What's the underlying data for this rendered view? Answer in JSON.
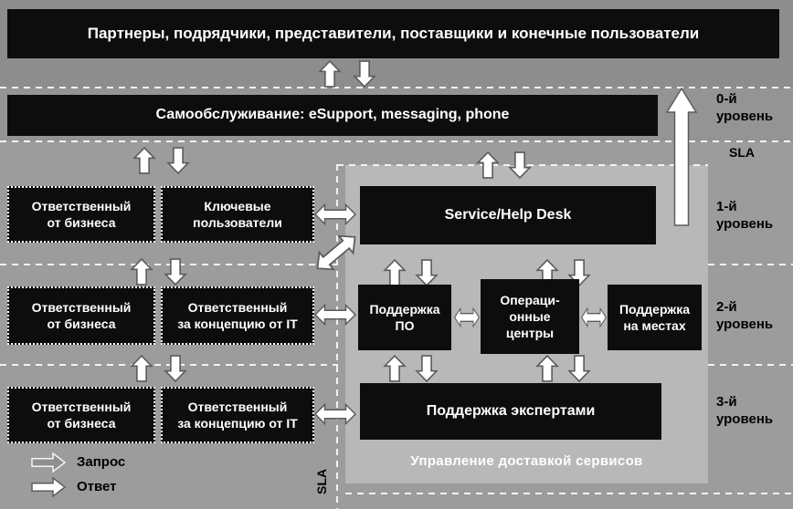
{
  "colors": {
    "background": "#9c9c9c",
    "panel": "#b8b8b8",
    "box_fill": "#0d0d0d",
    "box_text": "#ffffff",
    "label_text": "#000000",
    "arrow_fill": "#ffffff"
  },
  "top_bar": {
    "label": "Партнеры, подрядчики, представители, поставщики и конечные пользователи"
  },
  "level0": {
    "self_service_label": "Самообслуживание: eSupport, messaging, phone",
    "level_label": "0-й\nуровень"
  },
  "sla": {
    "right_label": "SLA",
    "bottom_label": "SLA"
  },
  "level1": {
    "business_owner": "Ответственный\nот бизнеса",
    "key_users": "Ключевые\nпользователи",
    "helpdesk": "Service/Help Desk",
    "level_label": "1-й\nуровень"
  },
  "level2": {
    "business_owner": "Ответственный\nот бизнеса",
    "it_owner": "Ответственный\nза концепцию от IT",
    "software_support": "Поддержка\nПО",
    "operation_centers": "Операци-\nонные\nцентры",
    "onsite_support": "Поддержка\nна местах",
    "level_label": "2-й\nуровень"
  },
  "level3": {
    "business_owner": "Ответственный\nот бизнеса",
    "it_owner": "Ответственный\nза концепцию от IT",
    "expert_support": "Поддержка экспертами",
    "level_label": "3-й\nуровень"
  },
  "panel": {
    "footer": "Управление доставкой сервисов"
  },
  "legend": {
    "request": "Запрос",
    "response": "Ответ"
  },
  "icons": {
    "up": "block-arrow-up-icon",
    "down": "block-arrow-down-icon",
    "leftright": "block-arrow-left-right-icon",
    "right": "block-arrow-right-icon",
    "bigup": "escalation-arrow-up-icon"
  }
}
